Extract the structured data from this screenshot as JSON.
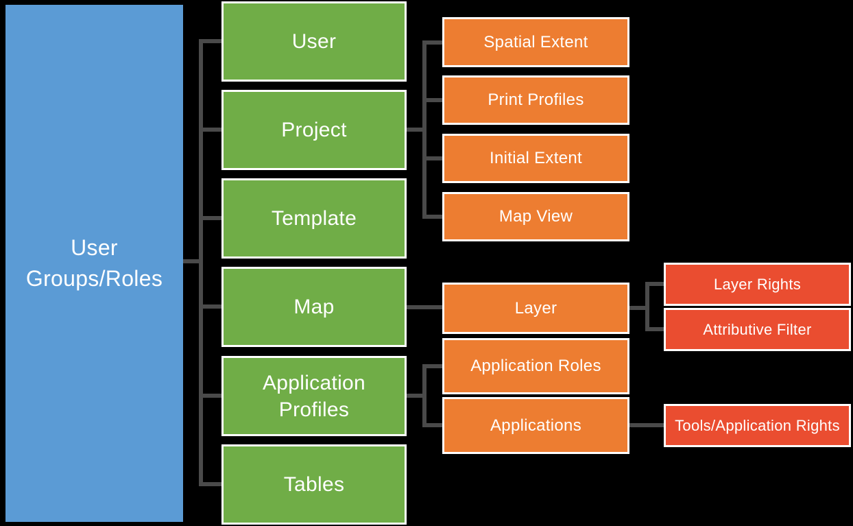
{
  "colors": {
    "background": "#000000",
    "root": "#5B9BD5",
    "level1": "#70AD47",
    "level2": "#ED7D31",
    "level3": "#EA4D30",
    "connector": "#4A4A4A",
    "text": "#FFFFFF"
  },
  "nodes": {
    "root": "User Groups/Roles",
    "user": "User",
    "project": "Project",
    "template": "Template",
    "map": "Map",
    "application_profiles": "Application Profiles",
    "tables": "Tables",
    "spatial_extent": "Spatial Extent",
    "print_profiles": "Print Profiles",
    "initial_extent": "Initial Extent",
    "map_view": "Map View",
    "layer": "Layer",
    "application_roles": "Application Roles",
    "applications": "Applications",
    "layer_rights": "Layer Rights",
    "attributive_filter": "Attributive Filter",
    "tools_application_rights": "Tools/Application Rights"
  },
  "hierarchy": [
    {
      "parent": "User Groups/Roles",
      "children": [
        "User",
        "Project",
        "Template",
        "Map",
        "Application Profiles",
        "Tables"
      ]
    },
    {
      "parent": "Project",
      "children": [
        "Spatial Extent",
        "Print Profiles",
        "Initial Extent",
        "Map View"
      ]
    },
    {
      "parent": "Map",
      "children": [
        "Layer"
      ]
    },
    {
      "parent": "Layer",
      "children": [
        "Layer Rights",
        "Attributive Filter"
      ]
    },
    {
      "parent": "Application Profiles",
      "children": [
        "Application Roles",
        "Applications"
      ]
    },
    {
      "parent": "Applications",
      "children": [
        "Tools/Application Rights"
      ]
    }
  ]
}
